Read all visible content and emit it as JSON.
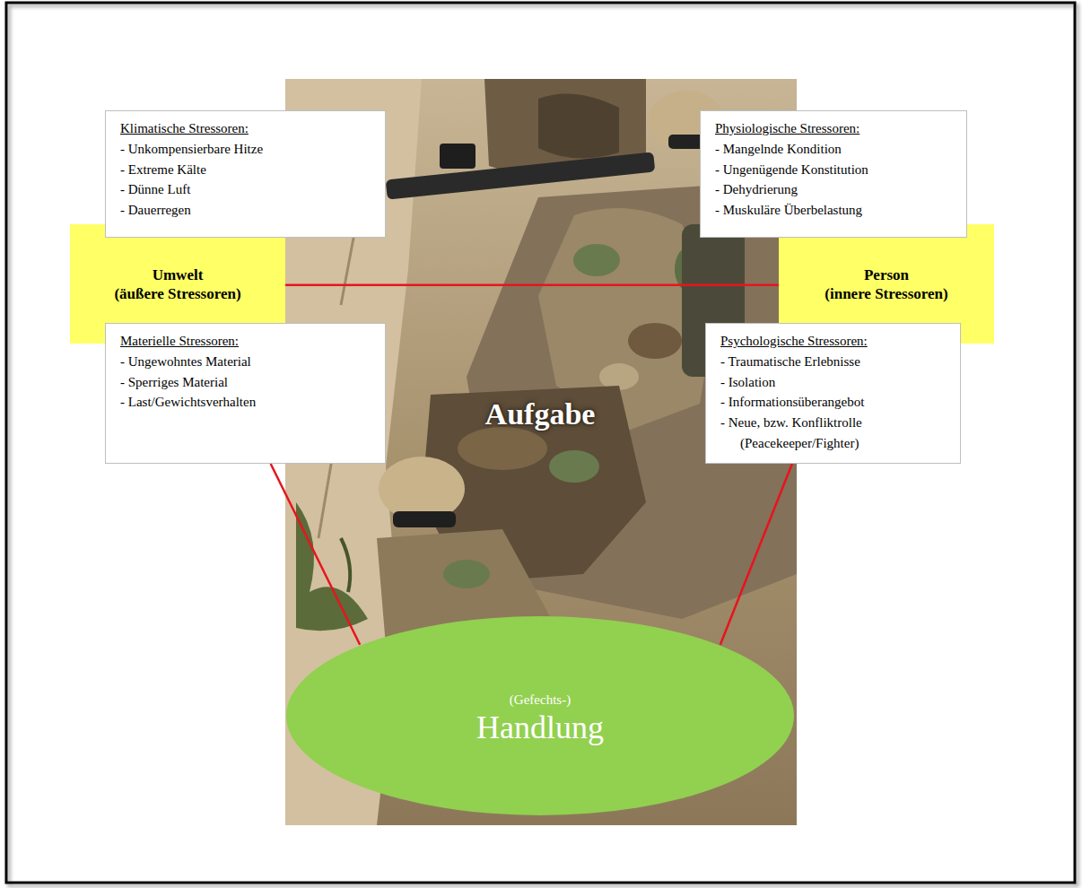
{
  "diagram": {
    "nodes": [
      {
        "text": [
          "Klimatische Stressoren:",
          "- Unkompensierbare Hitze",
          "- Extreme Kälte",
          "- Dünne Luft",
          "- Dauerregen"
        ]
      },
      {
        "text": [
          "Physiologische Stressoren:",
          "- Mangelnde Kondition",
          "- Ungenügende Konstitution",
          "- Dehydrierung",
          "- Muskuläre Überbelastung"
        ]
      },
      {
        "text": [
          "Umwelt",
          "(äußere Stressoren)"
        ]
      },
      {
        "text": [
          "Person",
          "(innere Stressoren)"
        ]
      },
      {
        "text": [
          "Materielle Stressoren:",
          "- Ungewohntes Material",
          "- Sperriges Material",
          "- Last/Gewichtsverhalten"
        ]
      },
      {
        "text": [
          "Psychologische Stressoren:",
          "- Traumatische Erlebnisse",
          "- Isolation",
          "- Informationsüberangebot",
          "- Neue, bzw. Konfliktrolle (Peacekeeper/Fighter)"
        ]
      },
      {
        "text": [
          "(Gefechts-)",
          "Handlung"
        ]
      }
    ],
    "edges": [
      {
        "from": 2,
        "to": 3,
        "arrow": "none"
      },
      {
        "from": 4,
        "to": 6,
        "arrow": "none"
      },
      {
        "from": 5,
        "to": 6,
        "arrow": "none"
      }
    ],
    "labels": [
      "Aufgabe"
    ]
  }
}
